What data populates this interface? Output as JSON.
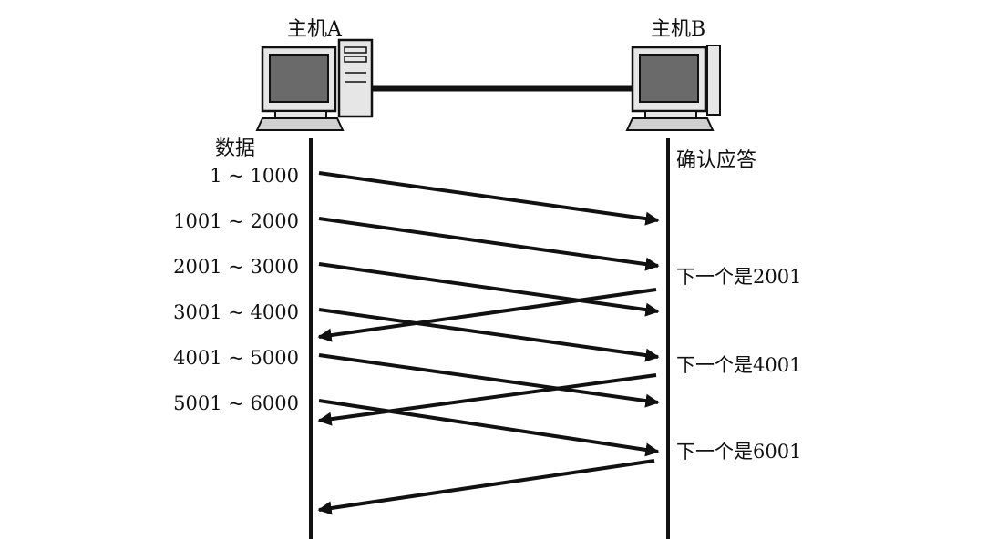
{
  "host_a": {
    "label": "主机A",
    "icon": "desktop-computer-icon"
  },
  "host_b": {
    "label": "主机B",
    "icon": "desktop-computer-icon"
  },
  "left_header": "数据",
  "right_header": "确认应答",
  "segments": [
    "1 ~ 1000",
    "1001 ~ 2000",
    "2001 ~ 3000",
    "3001 ~ 4000",
    "4001 ~ 5000",
    "5001 ~ 6000"
  ],
  "acks": [
    "下一个是2001",
    "下一个是4001",
    "下一个是6001"
  ],
  "colors": {
    "ink": "#111111",
    "screen": "#6a6a6a",
    "case": "#e6e6e6"
  }
}
